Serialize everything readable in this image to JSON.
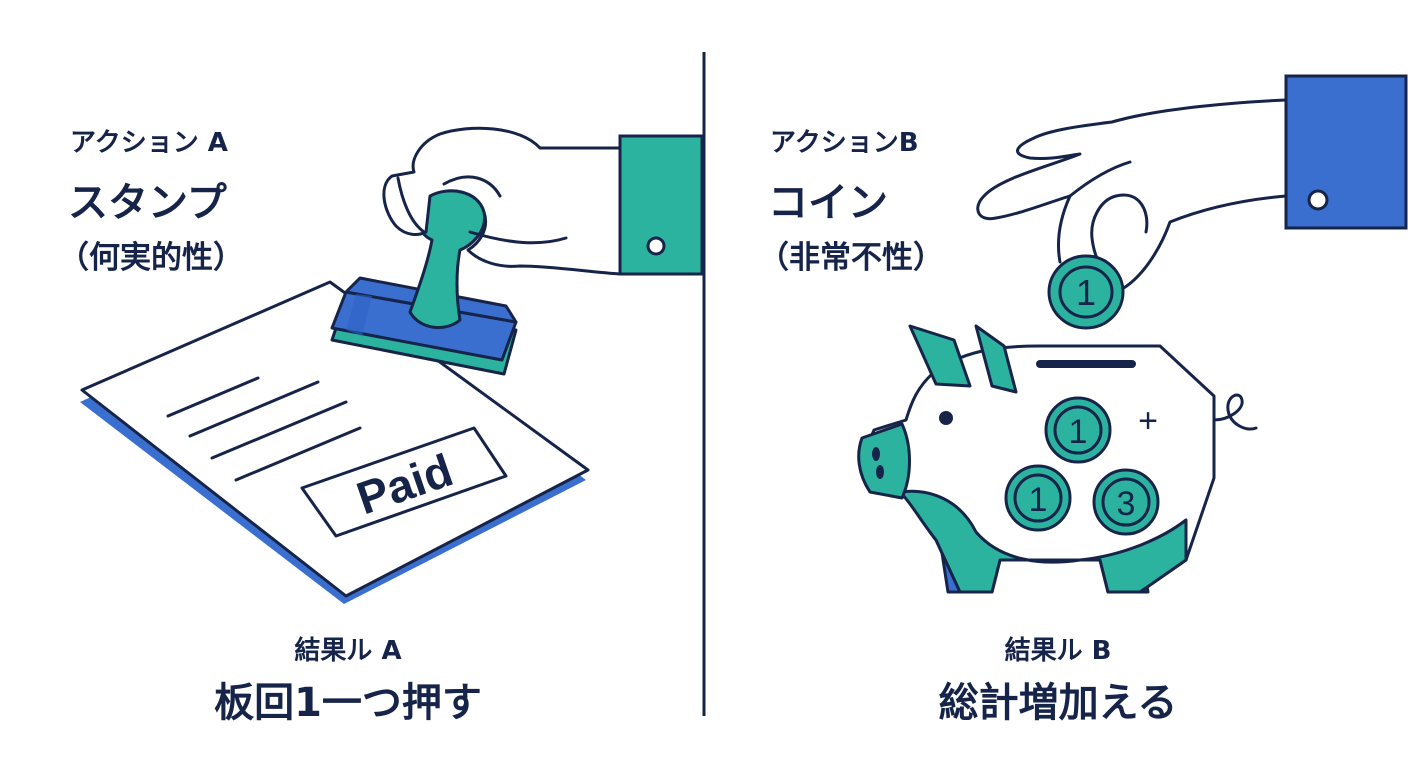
{
  "colors": {
    "navy": "#16244a",
    "teal": "#2bb3a0",
    "blue": "#3a6fd0",
    "white": "#ffffff"
  },
  "left": {
    "action_label": "アクション A",
    "action_name": "スタンプ",
    "property": "（何実的性）",
    "stamp_text": "Paid",
    "result_label": "結果ル A",
    "result_text": "板回1一つ押す"
  },
  "right": {
    "action_label": "アクションB",
    "action_name": "コイン",
    "property": "（非常不性）",
    "coin_top": "1",
    "coin_pig_1": "1",
    "coin_pig_2": "1",
    "coin_pig_3": "3",
    "plus_sign": "+",
    "result_label": "結果ル B",
    "result_text": "総計増加える"
  },
  "icons": [
    "hand-stamp-icon",
    "document-icon",
    "hand-coin-icon",
    "piggy-bank-icon",
    "divider-line"
  ]
}
